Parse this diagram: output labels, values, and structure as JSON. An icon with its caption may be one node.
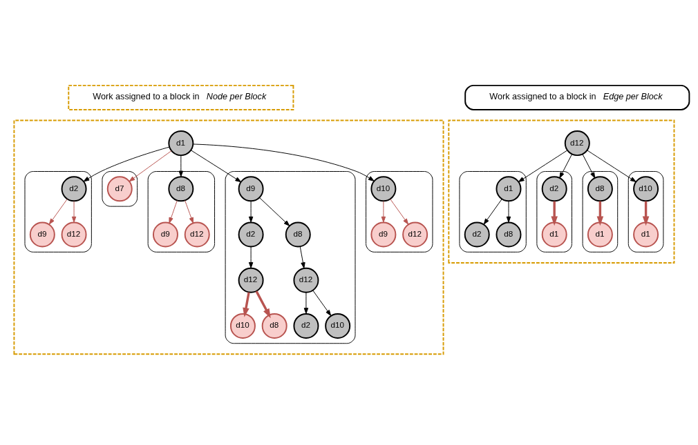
{
  "diagram": {
    "nodes": [
      {
        "text": [
          "Work assigned to a block in *Node per Block*"
        ]
      },
      {
        "text": [
          "Work assigned to a block in *Edge per Block*"
        ]
      },
      {
        "text": [],
        "shape": "box"
      },
      {
        "text": [
          "d1"
        ],
        "in": 2
      },
      {
        "text": [],
        "shape": "box",
        "in": 2
      },
      {
        "text": [
          "d2"
        ],
        "in": 4
      },
      {
        "text": [
          "d9"
        ],
        "in": 4
      },
      {
        "text": [
          "d12"
        ],
        "in": 4
      },
      {
        "text": [],
        "shape": "box",
        "in": 2
      },
      {
        "text": [
          "d7"
        ],
        "in": 8
      },
      {
        "text": [],
        "shape": "box",
        "in": 2
      },
      {
        "text": [
          "d8"
        ],
        "in": 10
      },
      {
        "text": [
          "d9"
        ],
        "in": 10
      },
      {
        "text": [
          "d12"
        ],
        "in": 10
      },
      {
        "text": [],
        "shape": "box",
        "in": 2
      },
      {
        "text": [
          "d9"
        ],
        "in": 14
      },
      {
        "text": [
          "d2"
        ],
        "in": 14
      },
      {
        "text": [
          "d8"
        ],
        "in": 14
      },
      {
        "text": [
          "d12"
        ],
        "in": 14
      },
      {
        "text": [
          "d12"
        ],
        "in": 14
      },
      {
        "text": [
          "d10"
        ],
        "in": 14
      },
      {
        "text": [
          "d8"
        ],
        "in": 14
      },
      {
        "text": [
          "d2"
        ],
        "in": 14
      },
      {
        "text": [
          "d10"
        ],
        "in": 14
      },
      {
        "text": [],
        "shape": "box",
        "in": 2
      },
      {
        "text": [
          "d10"
        ],
        "in": 24
      },
      {
        "text": [
          "d9"
        ],
        "in": 24
      },
      {
        "text": [
          "d12"
        ],
        "in": 24
      },
      {
        "text": [],
        "shape": "box"
      },
      {
        "text": [
          "d12"
        ],
        "in": 28
      },
      {
        "text": [],
        "shape": "box",
        "in": 28
      },
      {
        "text": [
          "d1"
        ],
        "in": 30
      },
      {
        "text": [
          "d2"
        ],
        "in": 30
      },
      {
        "text": [
          "d8"
        ],
        "in": 30
      },
      {
        "text": [],
        "shape": "box",
        "in": 28
      },
      {
        "text": [
          "d2"
        ],
        "in": 34
      },
      {
        "text": [
          "d1"
        ],
        "in": 34
      },
      {
        "text": [],
        "shape": "box",
        "in": 28
      },
      {
        "text": [
          "d8"
        ],
        "in": 37
      },
      {
        "text": [
          "d1"
        ],
        "in": 37
      },
      {
        "text": [],
        "shape": "box",
        "in": 28
      },
      {
        "text": [
          "d10"
        ],
        "in": 40
      },
      {
        "text": [
          "d1"
        ],
        "in": 40
      }
    ],
    "edges": [
      {
        "from": 3,
        "to": 5,
        "arrow": "to"
      },
      {
        "from": 3,
        "to": 9,
        "arrow": "to",
        "color": "#b85450"
      },
      {
        "from": 3,
        "to": 11,
        "arrow": "to"
      },
      {
        "from": 3,
        "to": 15,
        "arrow": "to"
      },
      {
        "from": 3,
        "to": 25,
        "arrow": "to"
      },
      {
        "from": 5,
        "to": 6,
        "arrow": "to",
        "color": "#b85450"
      },
      {
        "from": 5,
        "to": 7,
        "arrow": "to",
        "color": "#b85450"
      },
      {
        "from": 11,
        "to": 12,
        "arrow": "to",
        "color": "#b85450"
      },
      {
        "from": 11,
        "to": 13,
        "arrow": "to",
        "color": "#b85450"
      },
      {
        "from": 15,
        "to": 16,
        "arrow": "to"
      },
      {
        "from": 15,
        "to": 17,
        "arrow": "to"
      },
      {
        "from": 16,
        "to": 18,
        "arrow": "to"
      },
      {
        "from": 17,
        "to": 19,
        "arrow": "to"
      },
      {
        "from": 18,
        "to": 20,
        "arrow": "to",
        "style": "thick",
        "color": "#b85450"
      },
      {
        "from": 18,
        "to": 21,
        "arrow": "to",
        "style": "thick",
        "color": "#b85450"
      },
      {
        "from": 19,
        "to": 22,
        "arrow": "to"
      },
      {
        "from": 19,
        "to": 23,
        "arrow": "to"
      },
      {
        "from": 25,
        "to": 26,
        "arrow": "to",
        "color": "#b85450"
      },
      {
        "from": 25,
        "to": 27,
        "arrow": "to",
        "color": "#b85450"
      },
      {
        "from": 29,
        "to": 31,
        "arrow": "to"
      },
      {
        "from": 29,
        "to": 35,
        "arrow": "to"
      },
      {
        "from": 29,
        "to": 38,
        "arrow": "to"
      },
      {
        "from": 29,
        "to": 41,
        "arrow": "to"
      },
      {
        "from": 31,
        "to": 32,
        "arrow": "to"
      },
      {
        "from": 31,
        "to": 33,
        "arrow": "to"
      },
      {
        "from": 35,
        "to": 36,
        "arrow": "to",
        "style": "thick",
        "color": "#b85450"
      },
      {
        "from": 38,
        "to": 39,
        "arrow": "to",
        "style": "thick",
        "color": "#b85450"
      },
      {
        "from": 41,
        "to": 42,
        "arrow": "to",
        "style": "thick",
        "color": "#b85450"
      }
    ]
  }
}
